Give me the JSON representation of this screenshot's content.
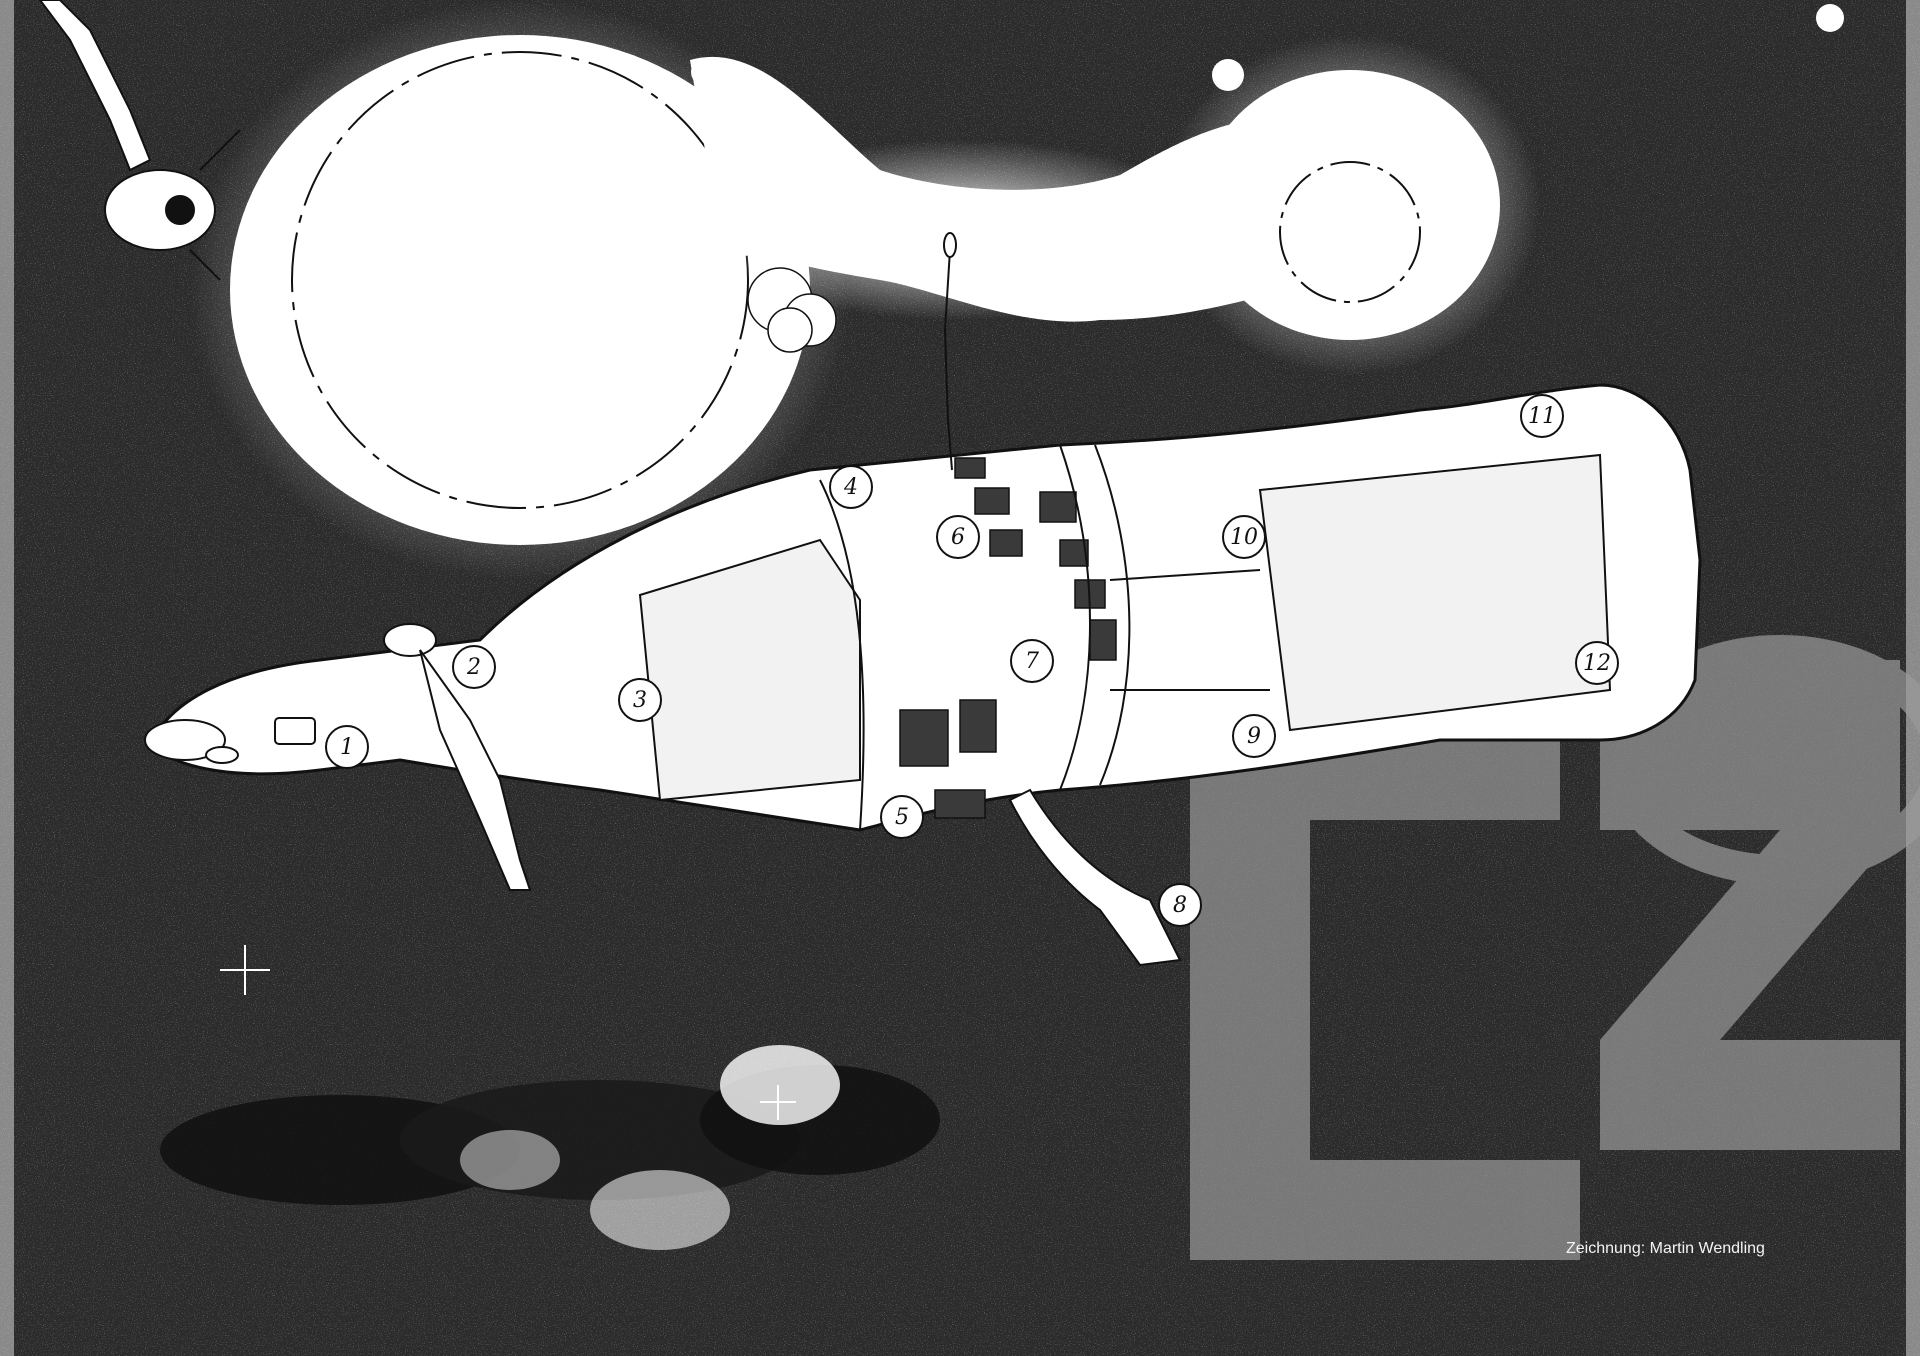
{
  "illustration": {
    "credit": "Zeichnung: Martin Wendling"
  },
  "callouts": [
    "1",
    "2",
    "3",
    "4",
    "5",
    "6",
    "7",
    "8",
    "9",
    "10",
    "11",
    "12"
  ],
  "watermark": {
    "glyph": "pixelated-logo-mark"
  },
  "colors": {
    "space": "#2b2b2b",
    "glow": "#ffffff",
    "hull": "#ffffff",
    "ink": "#111111",
    "dark_panel": "#3a3a3a",
    "watermark": "#9a9a9a"
  }
}
